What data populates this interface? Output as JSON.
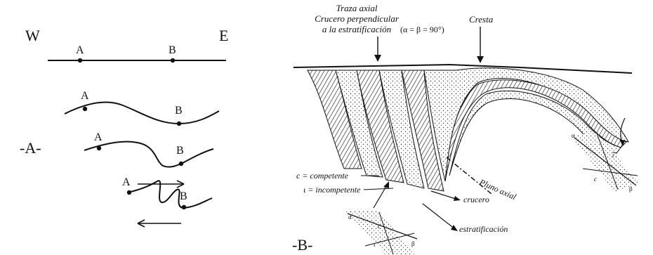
{
  "panel_a": {
    "label": "-A-",
    "compass": {
      "west": "W",
      "east": "E"
    },
    "stages": [
      {
        "point_a": "A",
        "point_b": "B"
      },
      {
        "point_a": "A",
        "point_b": "B"
      },
      {
        "point_a": "A",
        "point_b": "B"
      },
      {
        "point_a": "A",
        "point_b": "B"
      }
    ]
  },
  "panel_b": {
    "label": "-B-",
    "axial_trace": {
      "line1": "Traza axial",
      "line2": "Crucero perpendicular",
      "line3": "a la estratificación",
      "angle_note": "(α = β = 90°)"
    },
    "crest": "Cresta",
    "axial_plunge": "Pluno axial",
    "competent": "c = competente",
    "incompetent": "ι = incompetente",
    "cleavage": "crucero",
    "bedding": "estratificación",
    "inset_labels": {
      "alpha": "α",
      "c": "c",
      "iota": "ι",
      "beta": "β"
    }
  }
}
